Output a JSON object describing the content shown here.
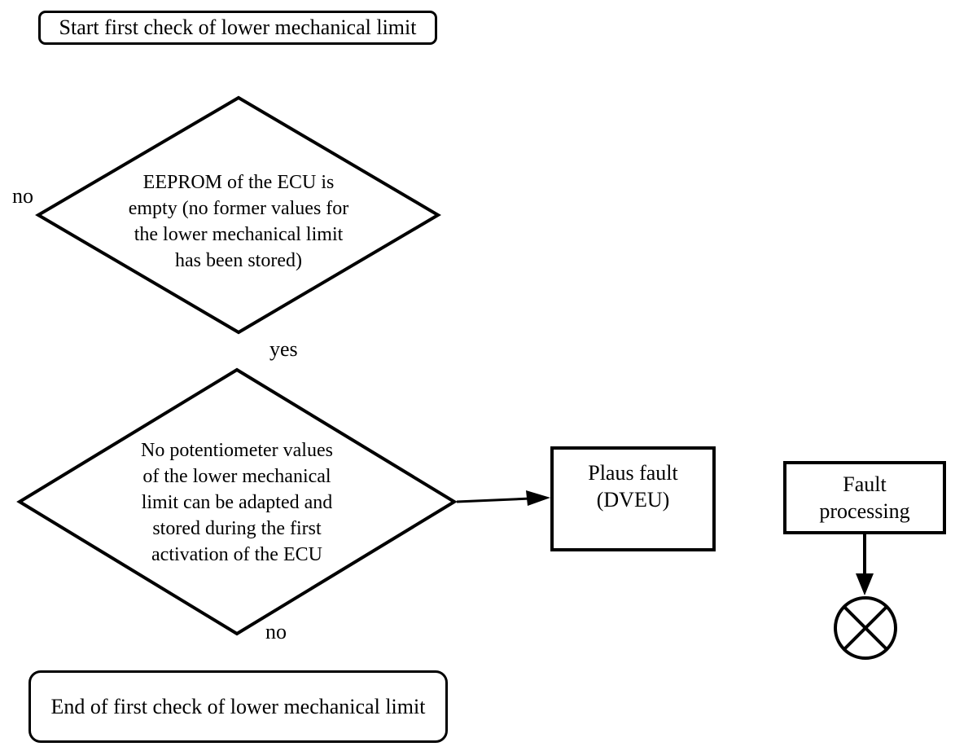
{
  "diagram": {
    "title": "First check of lower mechanical limit flowchart",
    "colors": {
      "ink": "#000000",
      "background": "#ffffff"
    },
    "start": {
      "label": "Start first check of lower mechanical limit"
    },
    "decision1": {
      "label": "EEPROM of the ECU is\nempty (no former values for\nthe lower mechanical limit\nhas been stored)",
      "no_label": "no",
      "yes_label": "yes"
    },
    "decision2": {
      "label": "No potentiometer values\nof the lower mechanical\nlimit can be adapted and\nstored during the first\nactivation of the ECU",
      "no_label": "no"
    },
    "plaus_fault": {
      "label": "Plaus fault\n(DVEU)"
    },
    "fault_processing": {
      "label": "Fault\nprocessing"
    },
    "end": {
      "label": "End of first check of lower mechanical limit"
    }
  }
}
